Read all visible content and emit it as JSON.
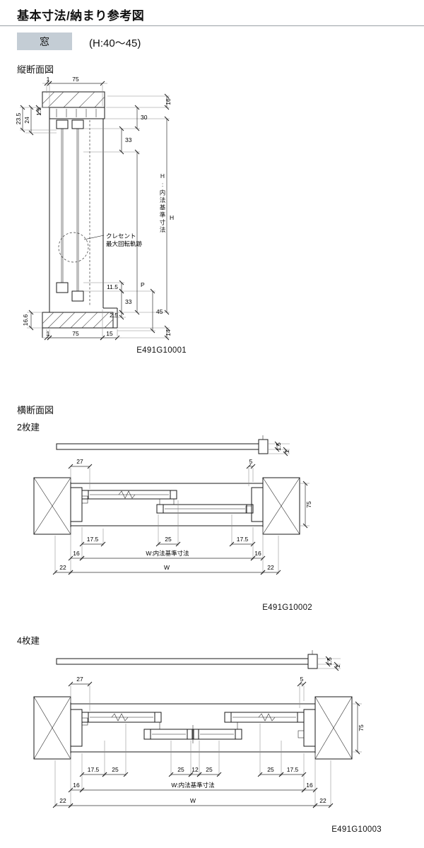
{
  "page": {
    "title": "基本寸法/納まり参考図"
  },
  "badge": {
    "label": "窓",
    "range": "(H:40〜45)"
  },
  "vertical_section": {
    "heading": "縦断面図",
    "code": "E491G10001",
    "note": {
      "line1": "クレセント",
      "line2": "最大回転軌跡"
    },
    "dims": {
      "top_1": "1",
      "top_75": "75",
      "left_1_5": "1.5",
      "left_23_5": "23.5",
      "left_24": "24",
      "left_16_6": "16.6",
      "right_16": "16",
      "right_30": "30",
      "right_33_top": "33",
      "right_11_5": "11.5",
      "p": "P",
      "right_33_bottom": "33",
      "right_2_5": "2.5",
      "right_45": "45",
      "right_14": "14",
      "h": "H",
      "h_inner": "H:内法基準寸法",
      "bottom_1": "1",
      "bottom_75": "75",
      "bottom_15": "15"
    }
  },
  "horizontal_section": {
    "heading": "横断面図",
    "two_panel": {
      "heading": "2枚建",
      "code": "E491G10002",
      "dims": {
        "top_27": "27",
        "top_5": "5",
        "top_1_5": "1.5",
        "top_1": "1",
        "right_75": "75",
        "row1": [
          "17.5",
          "25",
          "17.5"
        ],
        "inner": [
          "16",
          "W:内法基準寸法",
          "16"
        ],
        "outer": [
          "22",
          "W",
          "22"
        ]
      }
    },
    "four_panel": {
      "heading": "4枚建",
      "code": "E491G10003",
      "dims": {
        "top_27": "27",
        "top_5": "5",
        "top_1_5": "1.5",
        "top_1": "1",
        "right_75": "75",
        "row1": [
          "17.5",
          "25",
          "25",
          "12",
          "25",
          "25",
          "17.5"
        ],
        "inner": [
          "16",
          "W:内法基準寸法",
          "16"
        ],
        "outer": [
          "22",
          "W",
          "22"
        ]
      }
    }
  }
}
